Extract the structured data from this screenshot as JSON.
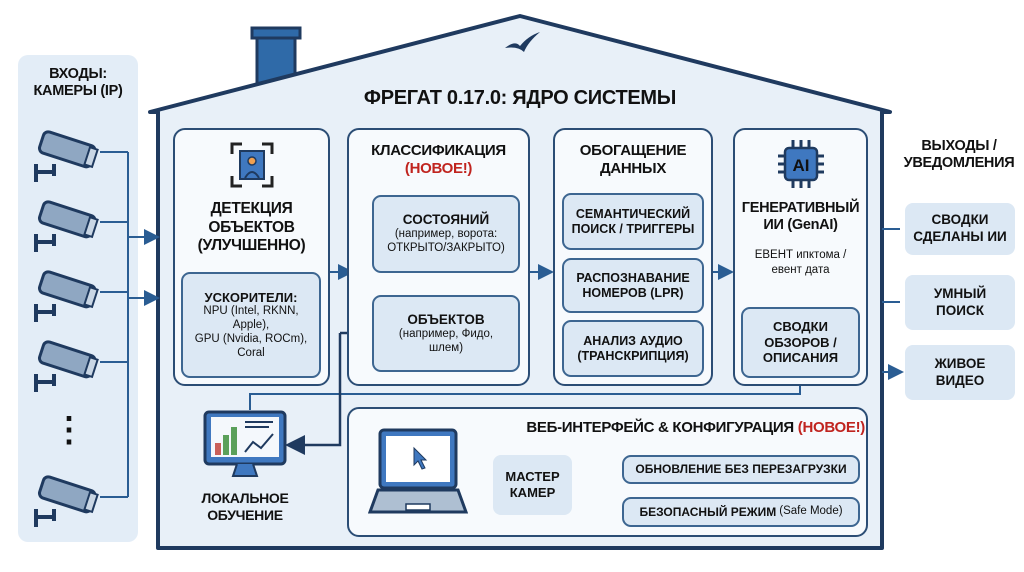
{
  "inputs": {
    "title_line1": "ВХОДЫ:",
    "title_line2": "КАМЕРЫ (IP)",
    "ellipsis": "⋮"
  },
  "house": {
    "title": "ФРЕГАТ 0.17.0: ЯДРО СИСТЕМЫ"
  },
  "detection": {
    "title": [
      "ДЕТЕКЦИЯ",
      "ОБЪЕКТОВ",
      "(УЛУЧШЕННО)"
    ],
    "accelerators_title": "УСКОРИТЕЛИ:",
    "accelerators_text": [
      "NPU (Intel, RKNN,",
      "Apple),",
      "GPU (Nvidia, ROCm),",
      "Coral"
    ]
  },
  "classification": {
    "title": "КЛАССИФИКАЦИЯ",
    "badge": "(НОВОЕ!)",
    "states": {
      "title": "СОСТОЯНИЙ",
      "desc": [
        "(например, ворота:",
        "ОТКРЫТО/ЗАКРЫТО)"
      ]
    },
    "objects": {
      "title": "ОБЪЕКТОВ",
      "desc": [
        "(например, Фидо,",
        "шлем)"
      ]
    }
  },
  "enrichment": {
    "title": [
      "ОБОГАЩЕНИЕ",
      "ДАННЫХ"
    ],
    "items": [
      [
        "СЕМАНТИЧЕСКИЙ",
        "ПОИСК / ТРИГГЕРЫ"
      ],
      [
        "РАСПОЗНАВАНИЕ",
        "НОМЕРОВ (LPR)"
      ],
      [
        "АНАЛИЗ АУДИО",
        "(ТРАНСКРИПЦИЯ)"
      ]
    ]
  },
  "genai": {
    "icon_label": "AI",
    "title": [
      "ГЕНЕРАТИВНЫЙ",
      "ИИ (GenAI)"
    ],
    "note": [
      "ЕВЕНТ ипктома /",
      "евент дата"
    ],
    "summary": [
      "СВОДКИ",
      "ОБЗОРОВ /",
      "ОПИСАНИЯ"
    ]
  },
  "local_training": {
    "label": [
      "ЛОКАЛЬНОЕ",
      "ОБУЧЕНИЕ"
    ]
  },
  "web": {
    "title": "ВЕБ-ИНТЕРФЕЙС & КОНФИГУРАЦИЯ",
    "badge": "(НОВОЕ!)",
    "wizard": [
      "МАСТЕР",
      "КАМЕР"
    ],
    "reload": "ОБНОВЛЕНИЕ БЕЗ ПЕРЕЗАГРУЗКИ",
    "safe_mode": "БЕЗОПАСНЫЙ РЕЖИМ",
    "safe_mode_en": "(Safe Mode)"
  },
  "outputs": {
    "title": [
      "ВЫХОДЫ /",
      "УВЕДОМЛЕНИЯ"
    ],
    "items": [
      [
        "СВОДКИ",
        "СДЕЛАНЫ ИИ"
      ],
      [
        "УМНЫЙ",
        "ПОИСК"
      ],
      [
        "ЖИВОЕ",
        "ВИДЕО"
      ]
    ]
  },
  "colors": {
    "navy": "#1f3a5f",
    "accent": "#2f6aa8",
    "fill": "#dce8f4",
    "new_badge": "#c0241f"
  }
}
